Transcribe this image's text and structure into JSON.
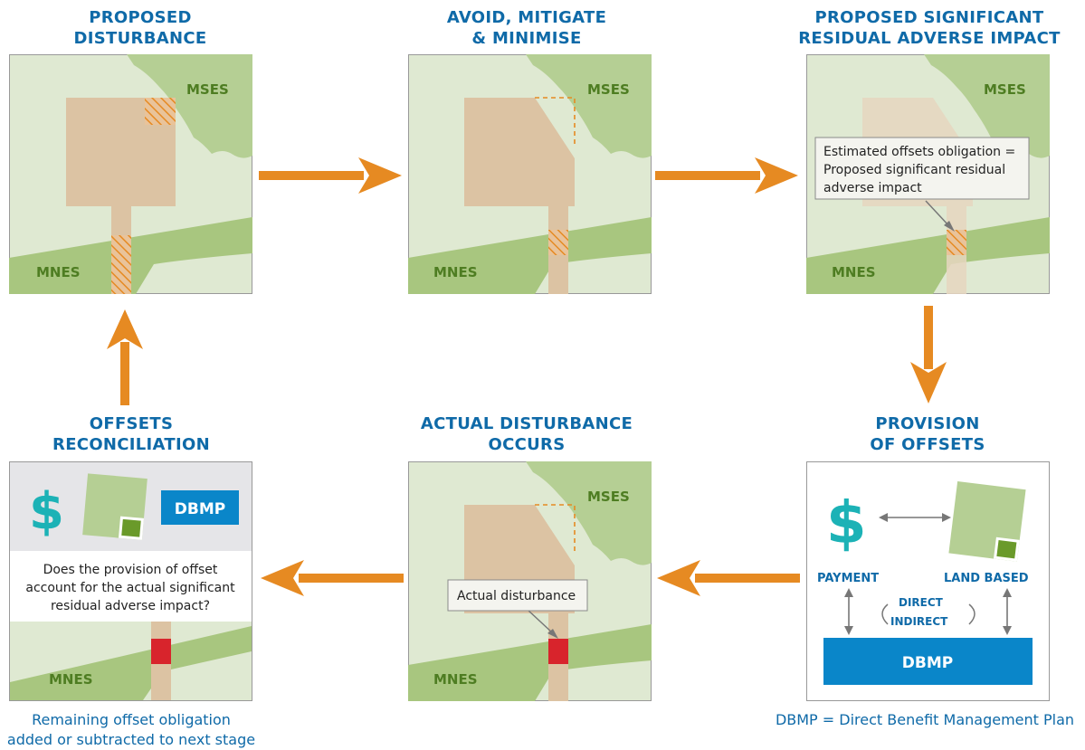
{
  "stages": {
    "proposed_disturbance": {
      "title_l1": "PROPOSED",
      "title_l2": "DISTURBANCE"
    },
    "avoid": {
      "title_l1": "AVOID, MITIGATE",
      "title_l2": "& MINIMISE"
    },
    "residual": {
      "title_l1": "PROPOSED SIGNIFICANT",
      "title_l2": "RESIDUAL ADVERSE IMPACT"
    },
    "provision": {
      "title_l1": "PROVISION",
      "title_l2": "OF OFFSETS"
    },
    "actual": {
      "title_l1": "ACTUAL DISTURBANCE",
      "title_l2": "OCCURS"
    },
    "reconciliation": {
      "title_l1": "OFFSETS",
      "title_l2": "RECONCILIATION"
    }
  },
  "map_labels": {
    "mses": "MSES",
    "mnes": "MNES"
  },
  "callouts": {
    "estimated_l1": "Estimated offsets obligation =",
    "estimated_l2": "Proposed significant residual",
    "estimated_l3": "adverse impact",
    "actual": "Actual disturbance"
  },
  "provision": {
    "dollar": "$",
    "payment": "PAYMENT",
    "land_based": "LAND BASED",
    "direct": "DIRECT",
    "indirect": "INDIRECT",
    "dbmp": "DBMP"
  },
  "reconciliation": {
    "dollar": "$",
    "dbmp": "DBMP",
    "question_l1": "Does the provision of offset",
    "question_l2": "account for the actual significant",
    "question_l3": "residual adverse impact?"
  },
  "notes": {
    "remaining_l1": "Remaining offset obligation",
    "remaining_l2": "added or subtracted to next stage",
    "dbmp_def": "DBMP = Direct Benefit Management Plan"
  },
  "colors": {
    "title_blue": "#0f6aa8",
    "arrow_orange": "#e68a22",
    "map_light": "#dfe9d2",
    "mses_green": "#b5cf94",
    "mnes_green": "#a8c67f",
    "label_green": "#4e7d22",
    "disturbance_tan": "#dcc3a3",
    "actual_red": "#d8242c",
    "dollar_teal": "#1cb2b6",
    "dbmp_blue": "#0a86c9"
  }
}
